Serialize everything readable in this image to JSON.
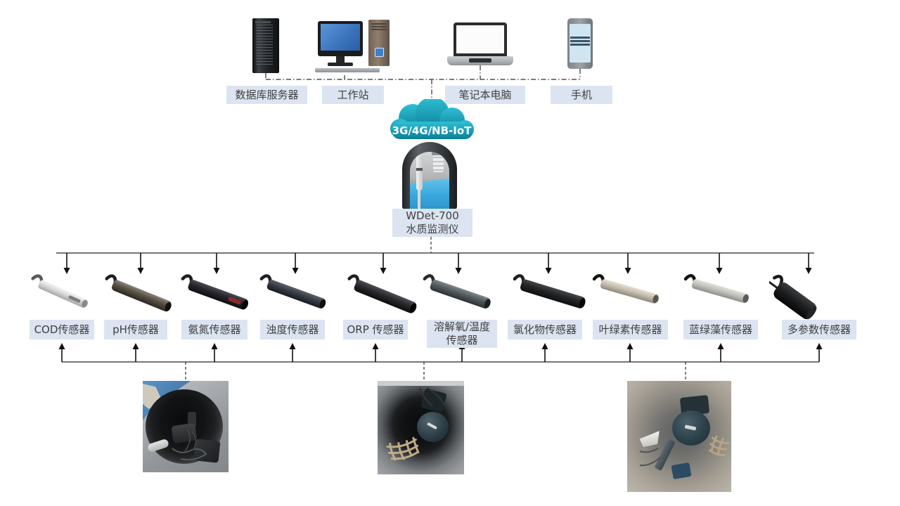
{
  "top_devices": [
    {
      "icon": "server-rack-icon",
      "label": "数据库服务器"
    },
    {
      "icon": "desktop-workstation-icon",
      "label": "工作站"
    },
    {
      "icon": "laptop-icon",
      "label": "笔记本电脑"
    },
    {
      "icon": "smartphone-icon",
      "label": "手机"
    }
  ],
  "cloud": {
    "label": "3G/4G/NB-IoT"
  },
  "monitor": {
    "label": "WDet-700\n水质监测仪"
  },
  "sensors": [
    {
      "label": "COD传感器",
      "c1": "#f4f4f4",
      "c2": "#d9d9d9",
      "c3": "#a6a6a6",
      "cable": "#5a5a5a",
      "tip": "#8a8a8a",
      "accent": "#7d7d7d"
    },
    {
      "label": "pH传感器",
      "c1": "#8a8276",
      "c2": "#574f44",
      "c3": "#2a2722",
      "cable": "#1f1f1f",
      "tip": "#101010"
    },
    {
      "label": "氨氮传感器",
      "c1": "#4b4b55",
      "c2": "#26262e",
      "c3": "#0e0e12",
      "cable": "#1f1f1f",
      "tip": "#050506",
      "accent": "#8e2a2a"
    },
    {
      "label": "浊度传感器",
      "c1": "#5c626a",
      "c2": "#363c44",
      "c3": "#181c22",
      "cable": "#1f1f1f",
      "tip": "#0c0e10"
    },
    {
      "label": "ORP 传感器",
      "c1": "#4f4f53",
      "c2": "#29292d",
      "c3": "#0d0d0f",
      "cable": "#1f1f1f",
      "tip": "#000000"
    },
    {
      "label": "溶解氧/温度\n传感器",
      "c1": "#7e8688",
      "c2": "#525b5d",
      "c3": "#2b3234",
      "cable": "#2a2a2a",
      "tip": "#1a2022"
    },
    {
      "label": "氯化物传感器",
      "c1": "#46484a",
      "c2": "#232527",
      "c3": "#0e0f10",
      "cable": "#1f1f1f",
      "tip": "#060707"
    },
    {
      "label": "叶绿素传感器",
      "c1": "#e4dfd4",
      "c2": "#c6bfb0",
      "c3": "#8f897c",
      "cable": "#141414",
      "tip": "#5a564e"
    },
    {
      "label": "蓝绿藻传感器",
      "c1": "#e1e1dd",
      "c2": "#c3c3bd",
      "c3": "#8e8e89",
      "cable": "#141414",
      "tip": "#5a5a56"
    },
    {
      "label": "多参数传感器",
      "c1": "#3b3d3f",
      "c2": "#1d1f21",
      "c3": "#060707",
      "cable": "#1a1a1a",
      "tip": "#222426",
      "antenna": true
    }
  ],
  "site_photos": [
    {
      "icon": "manhole-well-photo"
    },
    {
      "icon": "manhole-well-photo"
    },
    {
      "icon": "manhole-well-photo"
    }
  ],
  "colors": {
    "label_bg": "#dbe4f0",
    "label_text": "#3f3f3f",
    "cloud_top": "#2ebfd4",
    "cloud_bottom": "#0d7e97",
    "water": "#39a7dd",
    "connector": "#2f2f2f",
    "arrow": "#101010"
  }
}
